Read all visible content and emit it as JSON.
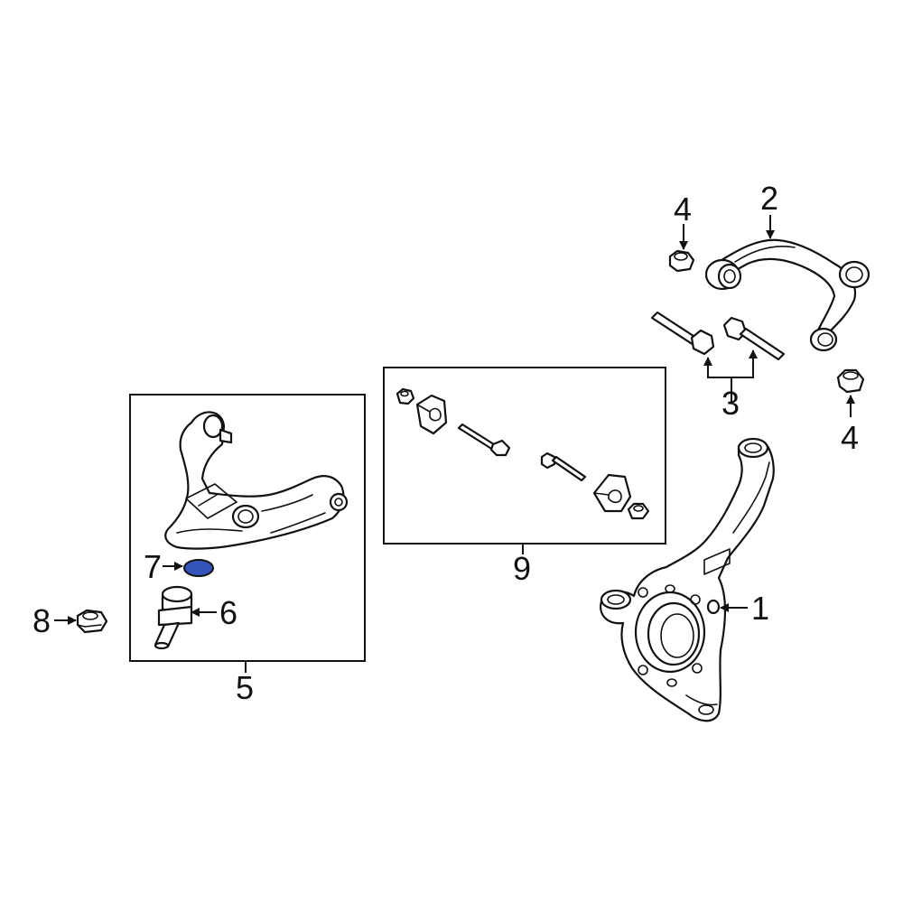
{
  "colors": {
    "line": "#111111",
    "highlight": "#3355bb",
    "background": "#ffffff"
  },
  "callouts": {
    "c1": "1",
    "c2": "2",
    "c3": "3",
    "c4a": "4",
    "c4b": "4",
    "c5": "5",
    "c6": "6",
    "c7": "7",
    "c8": "8",
    "c9": "9"
  }
}
